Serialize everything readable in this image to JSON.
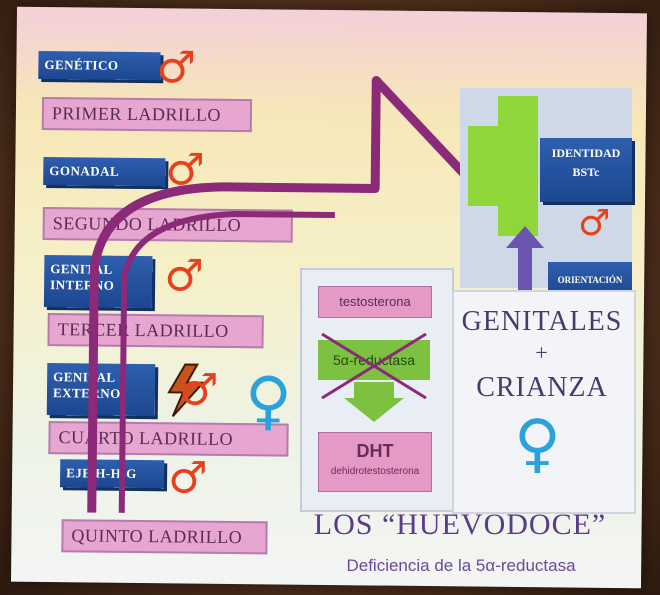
{
  "left_column": [
    {
      "category": "GENÉTICO",
      "brick": "PRIMER LADRILLO",
      "symbol": "♂"
    },
    {
      "category": "GONADAL",
      "brick": "SEGUNDO LADRILLO",
      "symbol": "♂"
    },
    {
      "category": "GENITAL INTERNO",
      "brick": "TERCER LADRILLO",
      "symbol": "♂"
    },
    {
      "category": "GENITAL EXTERNO",
      "brick": "CUARTO LADRILLO",
      "symbol": "♂"
    },
    {
      "category": "EJE H-H-G",
      "brick": "QUINTO LADRILLO",
      "symbol": "♂"
    }
  ],
  "pathway": {
    "testosterone": "testosterona",
    "enzyme": "5α-reductasa",
    "product": "DHT",
    "product_full": "dehidrotestosterona",
    "female_symbol": "♀"
  },
  "right_panel": {
    "identity": "IDENTIDAD",
    "identity_sub": "BSTc",
    "orientation": "ORIENTACIÓN",
    "symbol": "♂"
  },
  "genitals_box": {
    "line1": "GENITALES",
    "plus": "+",
    "line2": "CRIANZA",
    "symbol": "♀"
  },
  "footer": {
    "title": "LOS “HUEVODOCE”",
    "subtitle": "Deficiencia de la 5α-reductasa"
  },
  "colors": {
    "male": "#e8401d",
    "female": "#2aa3dc",
    "tab": "#2e5fae",
    "brick": "#e7a6cf",
    "arrow": "#8a2a78",
    "green": "#7cc13f"
  }
}
